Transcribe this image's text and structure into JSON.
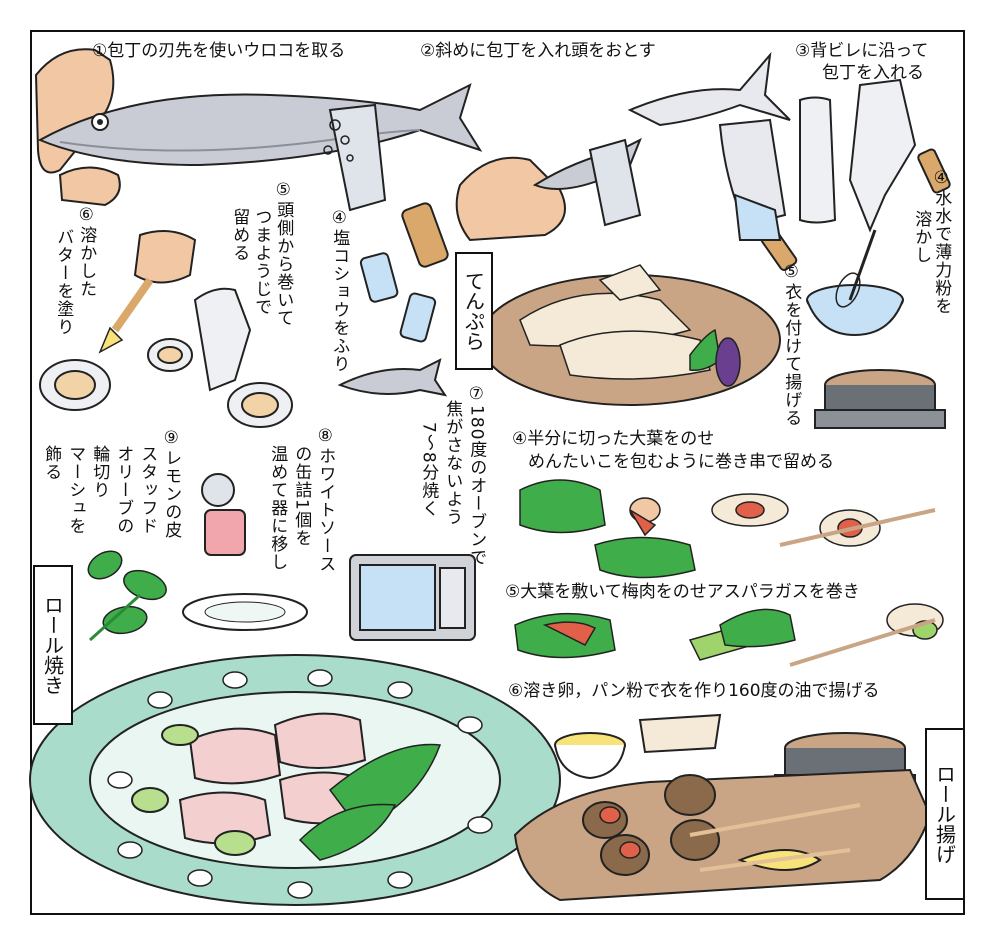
{
  "tempura": {
    "title": "てんぷら",
    "steps": [
      "①包丁の刃先を使いウロコを取る",
      "②斜めに包丁を入れ頭をおとす",
      "③背ビレに沿って",
      "包丁を入れる",
      "④水水で薄力粉を",
      "溶かし",
      "⑤衣を付けて揚げる"
    ]
  },
  "roll_yaki": {
    "title": "ロール焼き",
    "step4": "④塩コショウをふり",
    "step5_lines": [
      "⑤頭側から巻いて",
      "つまようじで",
      "留める"
    ],
    "step6_lines": [
      "⑥溶かした",
      "バターを塗り"
    ],
    "step7_lines": [
      "⑦180度のオーブンで",
      "焦がさないよう",
      "7～8分焼く"
    ],
    "step8_lines": [
      "⑧ホワイトソース",
      "の缶詰1個を",
      "温めて器に移し"
    ],
    "step9_lines": [
      "⑨レモンの皮",
      "スタッフド",
      "オリーブの",
      "輪切り",
      "マーシュを",
      "飾る"
    ]
  },
  "roll_age": {
    "title": "ロール揚げ",
    "step4_lines": [
      "④半分に切った大葉をのせ",
      "めんたいこを包むように巻き串で留める"
    ],
    "step5": "⑤大葉を敷いて梅肉をのせアスパラガスを巻き",
    "step6": "⑥溶き卵，パン粉で衣を作り160度の油で揚げる"
  },
  "colors": {
    "fish_body": "#c9ccd4",
    "fish_belly": "#eef0f3",
    "skin": "#f2c7a3",
    "leaf": "#3fae4a",
    "leaf_dark": "#2a8a36",
    "plate_rim": "#a9dccb",
    "tray": "#caa585",
    "mentaiko": "#e0604a",
    "knife_handle": "#d9a86a",
    "steel": "#dfe4ea",
    "lemon": "#f7e37a",
    "microwave": "#cfd3d8"
  }
}
